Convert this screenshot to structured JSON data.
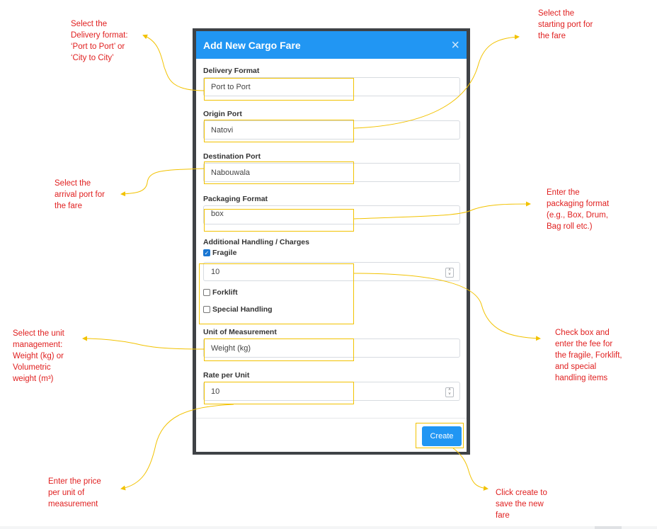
{
  "modal": {
    "title": "Add New Cargo Fare",
    "close_icon": "×",
    "delivery_format": {
      "label": "Delivery Format",
      "value": "Port to Port"
    },
    "origin_port": {
      "label": "Origin Port",
      "value": "Natovi"
    },
    "destination_port": {
      "label": "Destination Port",
      "value": "Nabouwala"
    },
    "packaging_format": {
      "label": "Packaging Format",
      "value": "box"
    },
    "additional": {
      "label": "Additional Handling / Charges",
      "fragile": {
        "label": "Fragile",
        "checked": true,
        "fee": "10"
      },
      "forklift": {
        "label": "Forklift",
        "checked": false
      },
      "special": {
        "label": "Special Handling",
        "checked": false
      }
    },
    "unit": {
      "label": "Unit of Measurement",
      "value": "Weight (kg)"
    },
    "rate": {
      "label": "Rate per Unit",
      "value": "10"
    },
    "create_label": "Create"
  },
  "annotations": {
    "delivery": "Select the\nDelivery format:\n‘Port to Port’ or\n‘City to City’",
    "origin": "Select the\nstarting port for\nthe fare",
    "destination": "Select the\narrival port for\nthe fare",
    "packaging": "Enter the\npackaging format\n(e.g., Box, Drum,\nBag roll etc.)",
    "handling": "Check box and\nenter the fee for\nthe fragile, Forklift,\nand special\nhandling items",
    "unit": "Select the unit\nmanagement:\nWeight (kg) or\nVolumetric\nweight (m³)",
    "rate": "Enter the price\nper unit of\nmeasurement",
    "create": "Click create to\nsave the new\nfare"
  },
  "colors": {
    "header": "#2196f3",
    "annotation_text": "#e02020",
    "highlight": "#f2c200"
  }
}
